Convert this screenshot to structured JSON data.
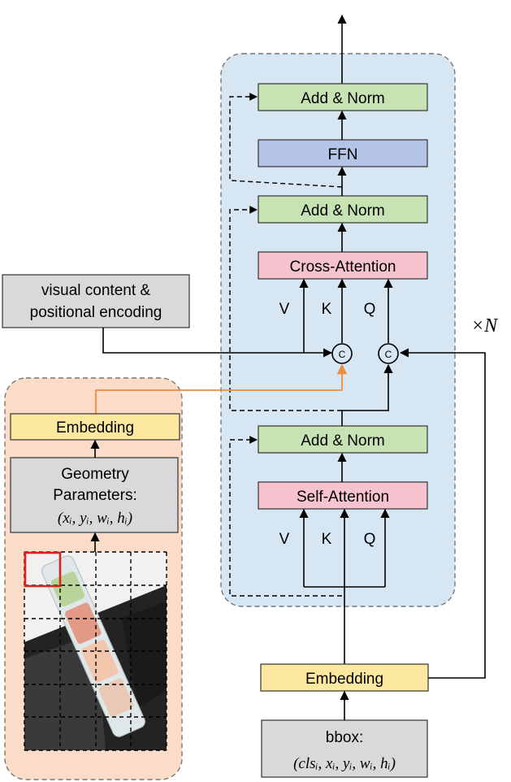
{
  "decoder": {
    "repeat_label": "×N",
    "blocks": {
      "add_norm_top": "Add & Norm",
      "ffn": "FFN",
      "add_norm_mid": "Add & Norm",
      "cross_attention": "Cross-Attention",
      "add_norm_bottom": "Add & Norm",
      "self_attention": "Self-Attention"
    },
    "cross_inputs": {
      "v": "V",
      "k": "K",
      "q": "Q"
    },
    "self_inputs": {
      "v": "V",
      "k": "K",
      "q": "Q"
    },
    "concat_symbol": "C"
  },
  "visual_input": {
    "line1": "visual content &",
    "line2": "positional encoding"
  },
  "geometry_panel": {
    "embedding": "Embedding",
    "params_line1": "Geometry",
    "params_line2": "Parameters:",
    "params_formula": "(xᵢ, yᵢ, wᵢ, hᵢ)"
  },
  "bbox_input": {
    "embedding": "Embedding",
    "line1": "bbox:",
    "formula": "(clsᵢ, xᵢ, yᵢ, wᵢ, hᵢ)"
  },
  "colors": {
    "decoder_bg": "#d6e6f3",
    "geometry_bg": "#fadcc8",
    "add_norm": "#c7e3b4",
    "ffn": "#b4c4e6",
    "attention": "#f6c3ce",
    "embedding": "#fde8a0",
    "input_box": "#d9d9d9",
    "highlight_line": "#f08c3c",
    "grid_cell_highlight": "#e02020"
  }
}
